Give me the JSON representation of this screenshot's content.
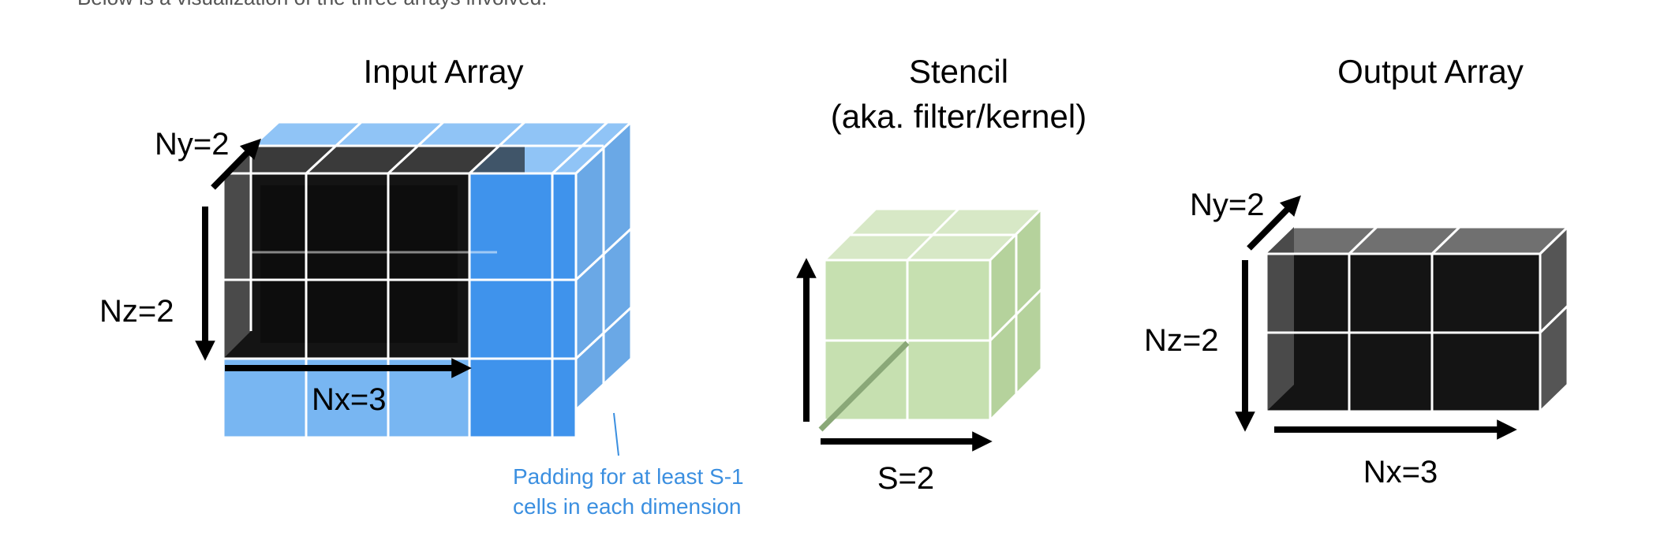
{
  "intro_text": "Below is a visualization of the three arrays involved.",
  "colors": {
    "padding_blue": "#2f8cf0",
    "interior_dark": "#1a1a1a",
    "stencil_green": "#a8cf88",
    "note_blue": "#3b8fe0",
    "arrow": "#000000"
  },
  "input_array": {
    "title": "Input Array",
    "ny_label": "Ny=2",
    "nz_label": "Nz=2",
    "nx_label": "Nx=3"
  },
  "stencil": {
    "title_line1": "Stencil",
    "title_line2": "(aka. filter/kernel)",
    "s_label": "S=2"
  },
  "output_array": {
    "title": "Output Array",
    "ny_label": "Ny=2",
    "nz_label": "Nz=2",
    "nx_label": "Nx=3"
  },
  "padding_note": {
    "line1": "Padding for at least S-1",
    "line2": "cells in each dimension"
  }
}
